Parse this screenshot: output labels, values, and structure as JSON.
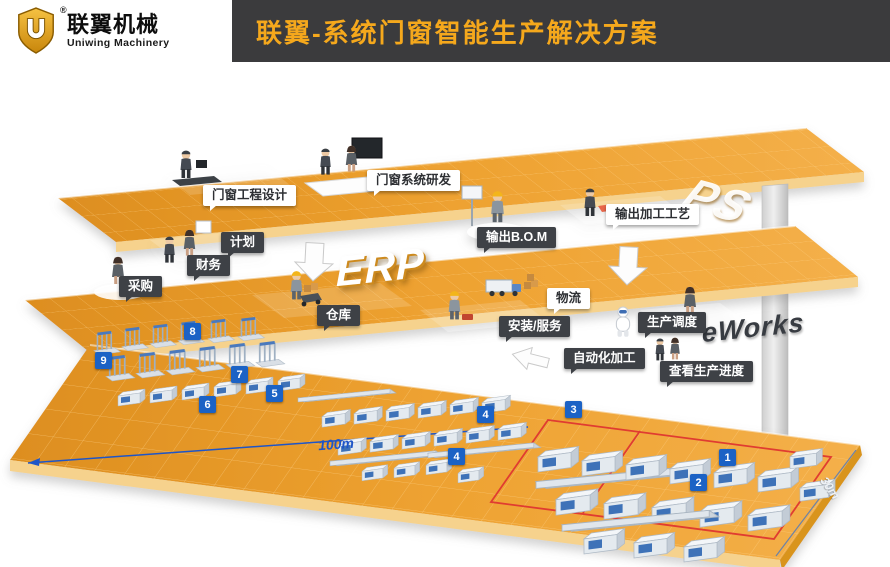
{
  "header": {
    "brand_cn": "联翼机械",
    "brand_en": "Uniwing Machinery",
    "registered": "®",
    "title": "联翼-系统门窗智能生产解决方案"
  },
  "icons": {
    "logo": "uniwing-shield-logo"
  },
  "colors": {
    "accent_orange": "#f5a81c",
    "platform_orange": "#eea231",
    "header_bg": "#3b3b3d",
    "badge_blue": "#1b62c5",
    "path_red": "#e03c31",
    "dimension_blue": "#1e55c8"
  },
  "layers": {
    "top": {
      "watermark": "PS",
      "labels": {
        "design": "门窗工程设计",
        "rnd": "门窗系统研发",
        "bom": "输出B.O.M",
        "craft": "输出加工工艺"
      }
    },
    "middle": {
      "watermark": "ERP",
      "watermark_right": "eWorks",
      "labels": {
        "plan": "计划",
        "finance": "财务",
        "purchase": "采购",
        "warehouse": "仓库",
        "logistics": "物流",
        "install": "安装/服务",
        "dispatch": "生产调度",
        "auto": "自动化加工",
        "progress": "查看生产进度"
      }
    },
    "floor": {
      "badges": [
        "8",
        "9",
        "7",
        "5",
        "6",
        "4",
        "3",
        "4",
        "1",
        "2"
      ],
      "dim_length": "100m",
      "dim_width": "30m"
    }
  }
}
